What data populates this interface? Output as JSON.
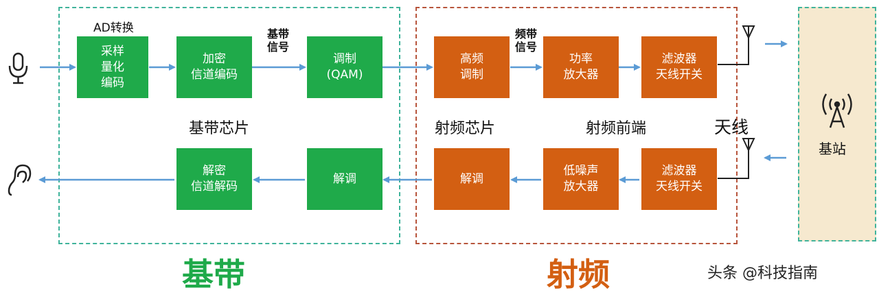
{
  "baseband_region": {
    "ad_label": "AD转换",
    "sampling_box": "采样\n量化\n编码",
    "encrypt_box": "加密\n信道编码",
    "signal_label_1": "基带\n信号",
    "modulation_box": "调制\n(QAM)",
    "chip_label": "基带芯片",
    "decrypt_box": "解密\n信道解码",
    "demod_box": "解调",
    "title": "基带"
  },
  "rf_region": {
    "hf_mod_box": "高频\n调制",
    "signal_label_2": "频带\n信号",
    "power_amp_box": "功率\n放大器",
    "filter_tx_box": "滤波器\n天线开关",
    "chip_label": "射频芯片",
    "frontend_label": "射频前端",
    "antenna_label": "天线",
    "demod_box": "解调",
    "lna_box": "低噪声\n放大器",
    "filter_rx_box": "滤波器\n天线开关",
    "title": "射频"
  },
  "base_station": {
    "label": "基站"
  },
  "watermark": "头条 @科技指南",
  "colors": {
    "baseband_box": "#1faa4a",
    "rf_box": "#d35f12",
    "baseband_title": "#1faa4a",
    "rf_title": "#d35f12",
    "arrow": "#5b9bd5",
    "baseband_border": "#3fb39b",
    "rf_border": "#b7543b",
    "base_station_fill": "#f6e9cf"
  },
  "icons": [
    "microphone-icon",
    "ear-icon",
    "antenna-icon",
    "cell-tower-icon"
  ]
}
